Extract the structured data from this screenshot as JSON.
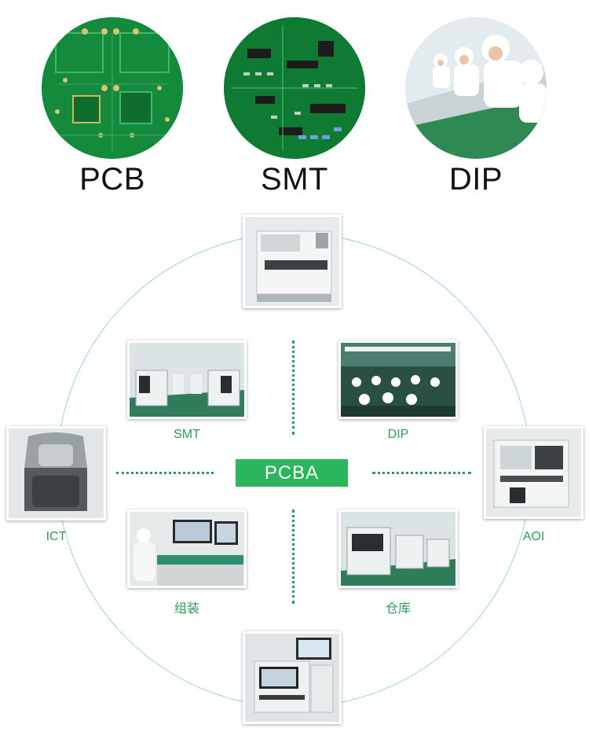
{
  "top_row": [
    {
      "label": "PCB"
    },
    {
      "label": "SMT"
    },
    {
      "label": "DIP"
    }
  ],
  "center": {
    "label": "PCBA"
  },
  "captions": {
    "smt": "SMT",
    "dip": "DIP",
    "assembly": "组装",
    "warehouse": "仓库",
    "ict": "ICT",
    "aoi": "AOI"
  },
  "colors": {
    "accent_green": "#2bb55d",
    "caption_green": "#2e9a5a",
    "ring": "#9fd8b6",
    "pcb_green": "#138a3c"
  }
}
